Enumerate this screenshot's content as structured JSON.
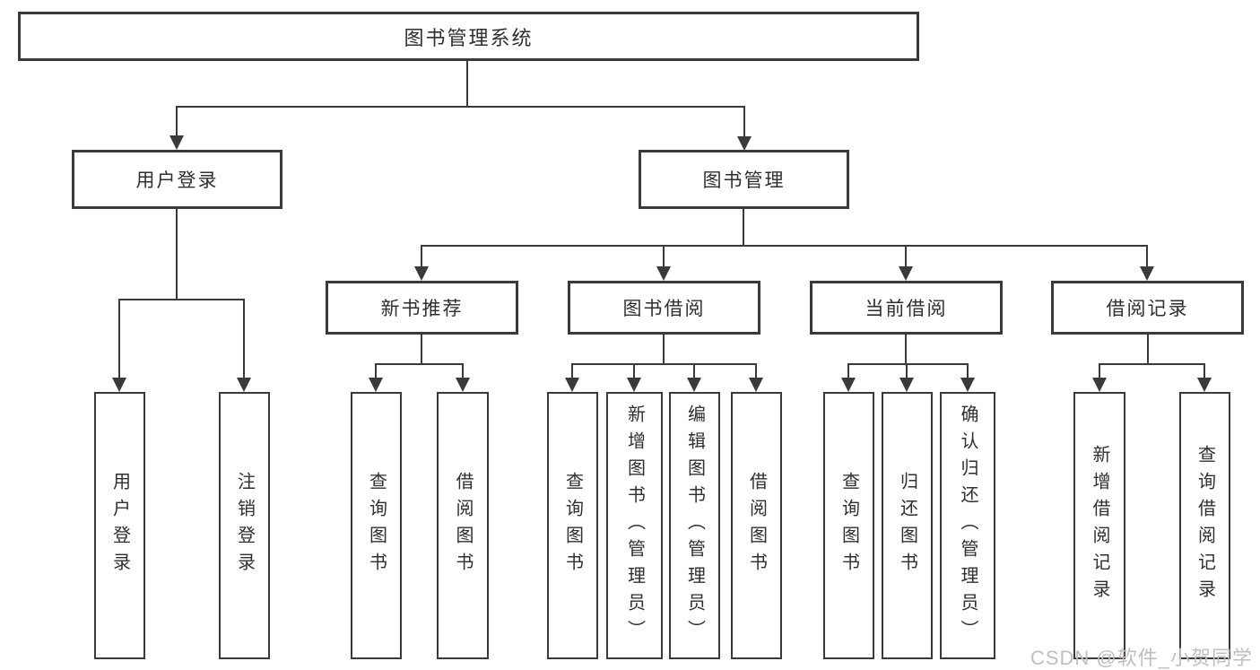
{
  "diagram": {
    "root": {
      "label": "图书管理系统"
    },
    "branches": [
      {
        "label": "用户登录",
        "leaves": [
          "用户登录",
          "注销登录"
        ]
      },
      {
        "label": "图书管理",
        "groups": [
          {
            "label": "新书推荐",
            "leaves": [
              "查询图书",
              "借阅图书"
            ]
          },
          {
            "label": "图书借阅",
            "leaves": [
              "查询图书",
              "新增图书（管理员）",
              "编辑图书（管理员）",
              "借阅图书"
            ]
          },
          {
            "label": "当前借阅",
            "leaves": [
              "查询图书",
              "归还图书",
              "确认归还（管理员）"
            ]
          },
          {
            "label": "借阅记录",
            "leaves": [
              "新增借阅记录",
              "查询借阅记录"
            ]
          }
        ]
      }
    ]
  },
  "watermark": {
    "text": "CSDN @软件_小贺同学"
  },
  "colors": {
    "line": "#3a3a3a",
    "text": "#2f2f2f",
    "canvas": "#ffffff",
    "watermark": "#c2bebe"
  }
}
